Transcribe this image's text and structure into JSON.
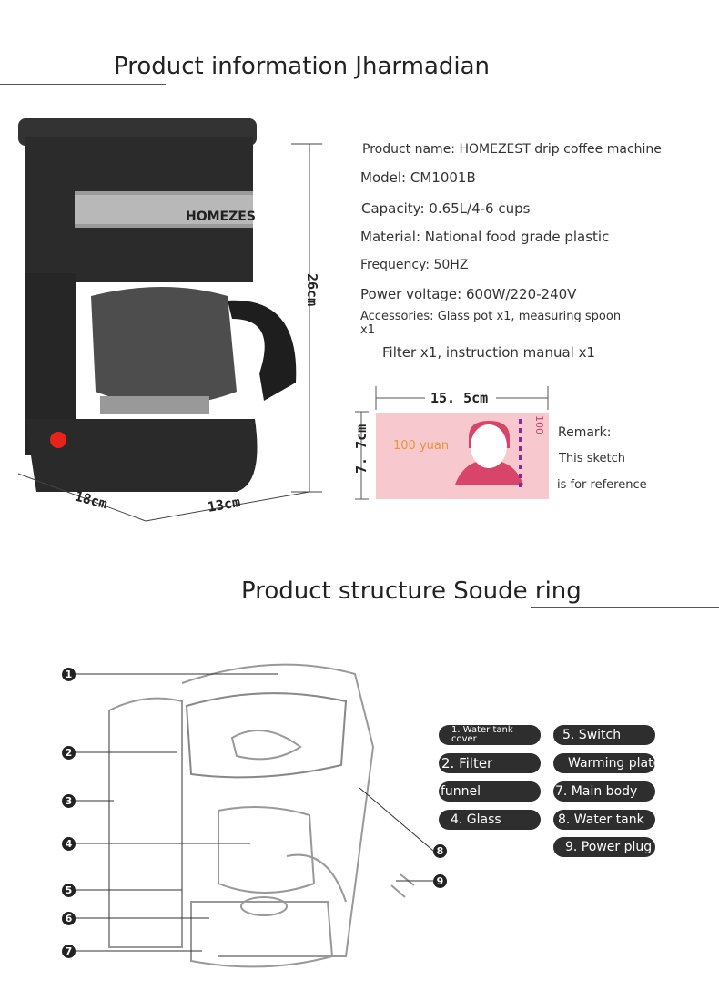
{
  "section1": {
    "title": "Product information Jharmadian"
  },
  "specs": {
    "product_name": "Product name: HOMEZEST drip coffee machine",
    "model": "Model: CM1001B",
    "capacity": "Capacity: 0.65L/4-6 cups",
    "material": "Material: National food grade plastic",
    "frequency": "Frequency: 50HZ",
    "power": "Power voltage: 600W/220-240V",
    "accessories_1": "Accessories: Glass pot x1, measuring spoon",
    "accessories_2": "x1",
    "accessories_3": "Filter x1, instruction manual x1"
  },
  "machine": {
    "brand": "HOMEZES",
    "height": "26cm",
    "depth": "18cm",
    "width": "13cm"
  },
  "banknote": {
    "width": "15. 5cm",
    "height": "7. 7cm",
    "label": "100 yuan",
    "denomination": "100",
    "color": "#f7c9cf"
  },
  "remark": {
    "title": "Remark:",
    "line1": "This sketch",
    "line2": "is for reference"
  },
  "section2": {
    "title": "Product structure Soude ring"
  },
  "parts": [
    {
      "n": "1",
      "label": "1. Water tank cover"
    },
    {
      "n": "2",
      "label": "2. Filter"
    },
    {
      "n": "3",
      "label": "funnel"
    },
    {
      "n": "4",
      "label": "4. Glass"
    },
    {
      "n": "5",
      "label": "5. Switch"
    },
    {
      "n": "6",
      "label": "Warming plate"
    },
    {
      "n": "7",
      "label": "7. Main body"
    },
    {
      "n": "8",
      "label": "8. Water tank"
    },
    {
      "n": "9",
      "label": "9. Power plug"
    }
  ]
}
